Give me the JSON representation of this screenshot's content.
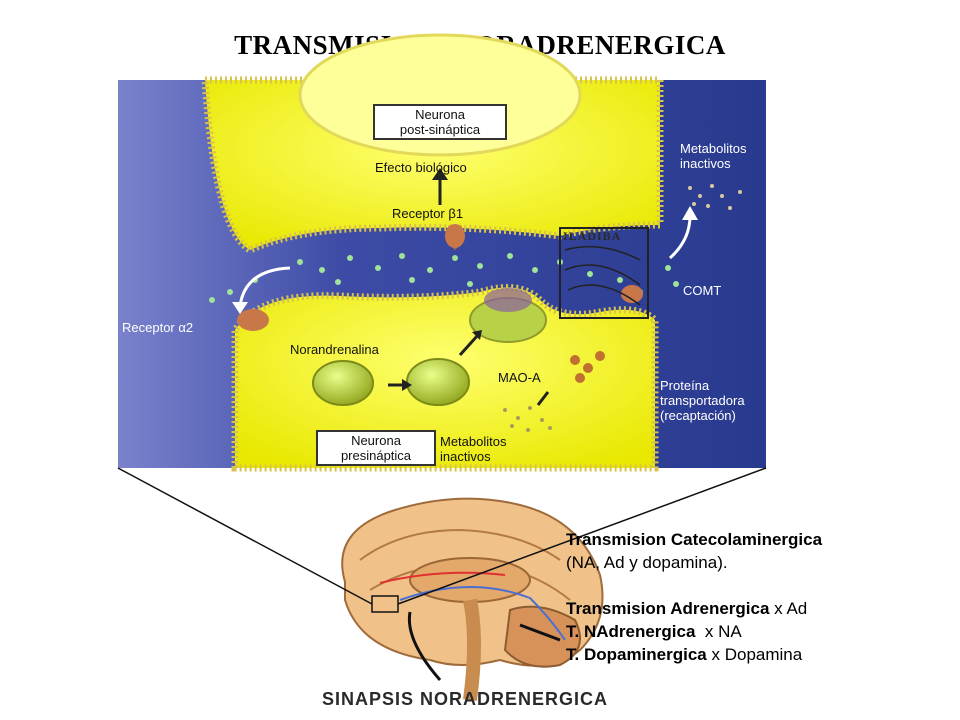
{
  "title": "TRANSMISION   NORADRENERGICA",
  "diagram": {
    "post_neuron": [
      "Neurona",
      "post-sináptica"
    ],
    "biological_effect": "Efecto biológico",
    "receptor_b1": "Receptor β1",
    "metabolites_top": [
      "Metabolitos",
      "inactivos"
    ],
    "watermark": "ILADIBA",
    "comt": "COMT",
    "receptor_a2": "Receptor α2",
    "noradrenaline": "Norandrenalina",
    "mao_a": "MAO-A",
    "transporter": [
      "Proteína",
      "transportadora",
      "(recaptación)"
    ],
    "pre_neuron": [
      "Neurona",
      "presináptica"
    ],
    "metabolites_bottom": [
      "Metabolitos",
      "inactivos"
    ]
  },
  "side_text": {
    "l1_bold": "Transmision Catecolaminergica",
    "l2": "(NA, Ad y dopamina).",
    "l3_bold": "Transmision Adrenergica",
    "l3_rest": " x Ad",
    "l4_bold": "T. NAdrenergica",
    "l4_rest": "  x NA",
    "l5_bold": "T. Dopaminergica",
    "l5_rest": " x Dopamina"
  },
  "caption": "SINAPSIS NORADRENERGICA",
  "colors": {
    "cleft_blue": "#2f3f94",
    "outer_blue": "#6f78c4",
    "neuron_yellow": "#ffff2e",
    "membrane": "#d8c24a"
  }
}
